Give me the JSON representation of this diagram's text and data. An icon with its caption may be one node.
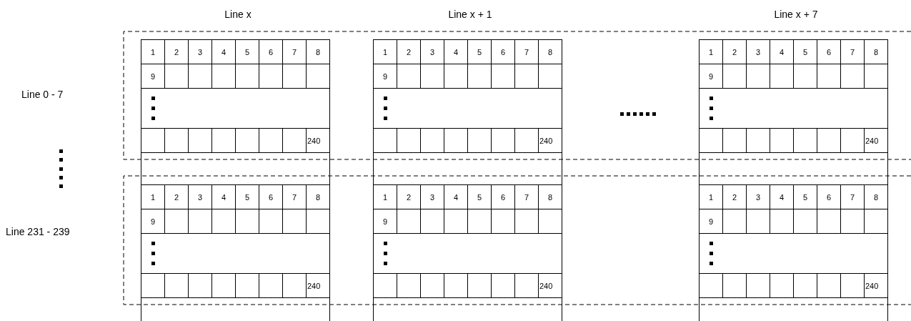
{
  "diagram": {
    "labels": [
      "Line x",
      "Line x + 1",
      "Line x + 7",
      "Line 0 - 7",
      "Line 231 - 239",
      "1",
      "2",
      "3",
      "4",
      "5",
      "6",
      "7",
      "8",
      "9",
      "240",
      "1",
      "2",
      "3",
      "4",
      "5",
      "6",
      "7",
      "8",
      "9",
      "240",
      "1",
      "2",
      "3",
      "4",
      "5",
      "6",
      "7",
      "8",
      "9",
      "240",
      "1",
      "2",
      "3",
      "4",
      "5",
      "6",
      "7",
      "8",
      "9",
      "240",
      "1",
      "2",
      "3",
      "4",
      "5",
      "6",
      "7",
      "8",
      "9",
      "240",
      "1",
      "2",
      "3",
      "4",
      "5",
      "6",
      "7",
      "8",
      "9",
      "240"
    ]
  }
}
